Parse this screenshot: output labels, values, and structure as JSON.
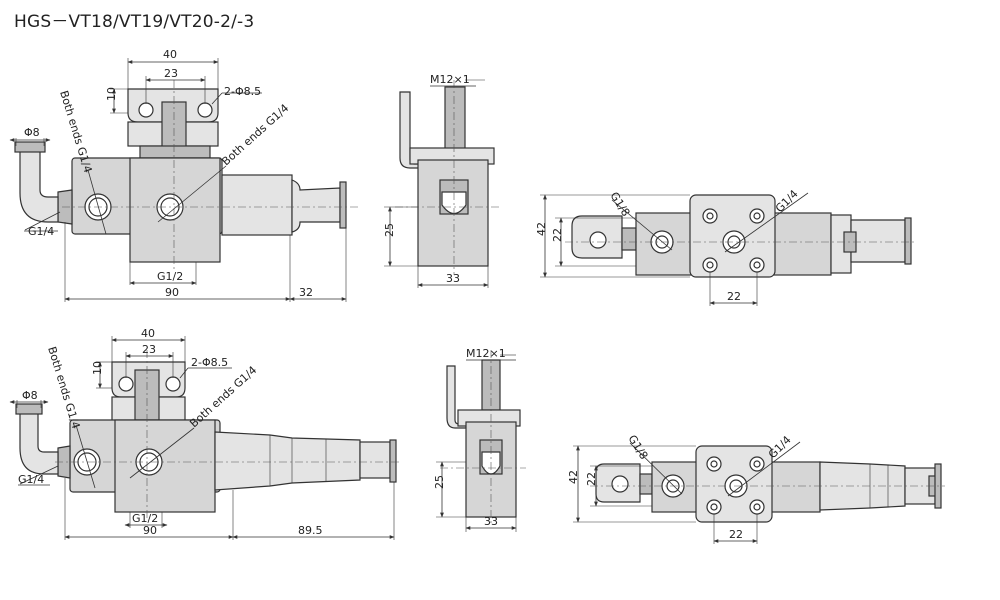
{
  "title": "HGS－VT18/VT19/VT20-2/-3",
  "top": {
    "front": {
      "dim_40": "40",
      "dim_23": "23",
      "dim_10": "10",
      "hole": "2-Φ8.5",
      "both_ends_vertical": "Both ends G1/4",
      "both_ends_diag": "Both ends G1/4",
      "phi8": "Φ8",
      "g14": "G1/4",
      "g12": "G1/2",
      "dim_90": "90",
      "dim_32": "32"
    },
    "side": {
      "thread": "M12×1",
      "dim_25": "25",
      "dim_33": "33"
    },
    "plan": {
      "g18": "G1/8",
      "g14": "G1/4",
      "dim_42": "42",
      "dim_22v": "22",
      "dim_22h": "22"
    }
  },
  "bottom": {
    "front": {
      "dim_40": "40",
      "dim_23": "23",
      "dim_10": "10",
      "hole": "2-Φ8.5",
      "both_ends_vertical": "Both ends G1/4",
      "both_ends_diag": "Both ends G1/4",
      "phi8": "Φ8",
      "g14": "G1/4",
      "g12": "G1/2",
      "dim_90": "90",
      "dim_895": "89.5"
    },
    "side": {
      "thread": "M12×1",
      "dim_25": "25",
      "dim_33": "33"
    },
    "plan": {
      "g18": "G1/8",
      "g14": "G1/4",
      "dim_42": "42",
      "dim_22v": "22",
      "dim_22h": "22"
    }
  }
}
